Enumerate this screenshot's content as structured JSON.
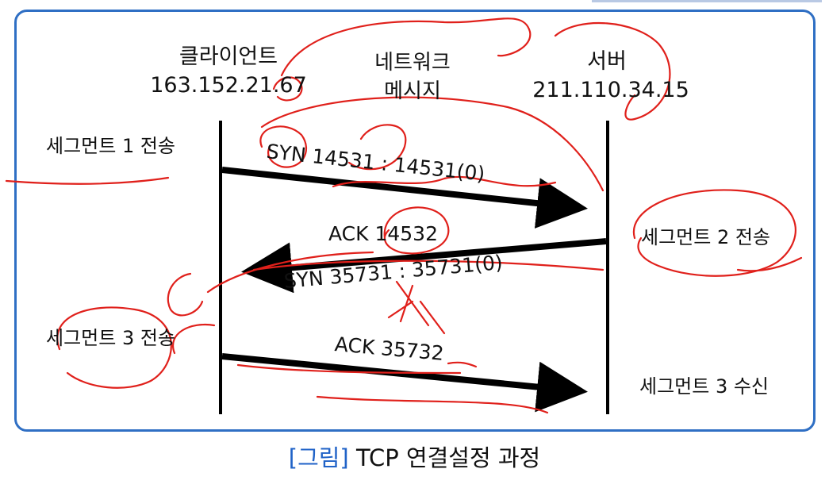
{
  "diagram": {
    "client": {
      "name": "클라이언트",
      "ip": "163.152.21.67"
    },
    "network": {
      "line1": "네트워크",
      "line2": "메시지"
    },
    "server": {
      "name": "서버",
      "ip": "211.110.34.15"
    },
    "messages": {
      "syn1": "SYN 14531 : 14531(0)",
      "ack1": "ACK 14532",
      "syn2": "SYN 35731 : 35731(0)",
      "ack2": "ACK 35732"
    },
    "segments": {
      "seg1_send": "세그먼트 1 전송",
      "seg2_send": "세그먼트 2 전송",
      "seg3_send": "세그먼트 3 전송",
      "seg3_recv": "세그먼트 3 수신"
    }
  },
  "caption": {
    "tag": "[그림]",
    "text": "TCP 연결설정 과정"
  },
  "colors": {
    "frame": "#2f6fc4",
    "caption_tag": "#1f62c7",
    "annotation": "#e0201b",
    "arrow": "#000000"
  }
}
